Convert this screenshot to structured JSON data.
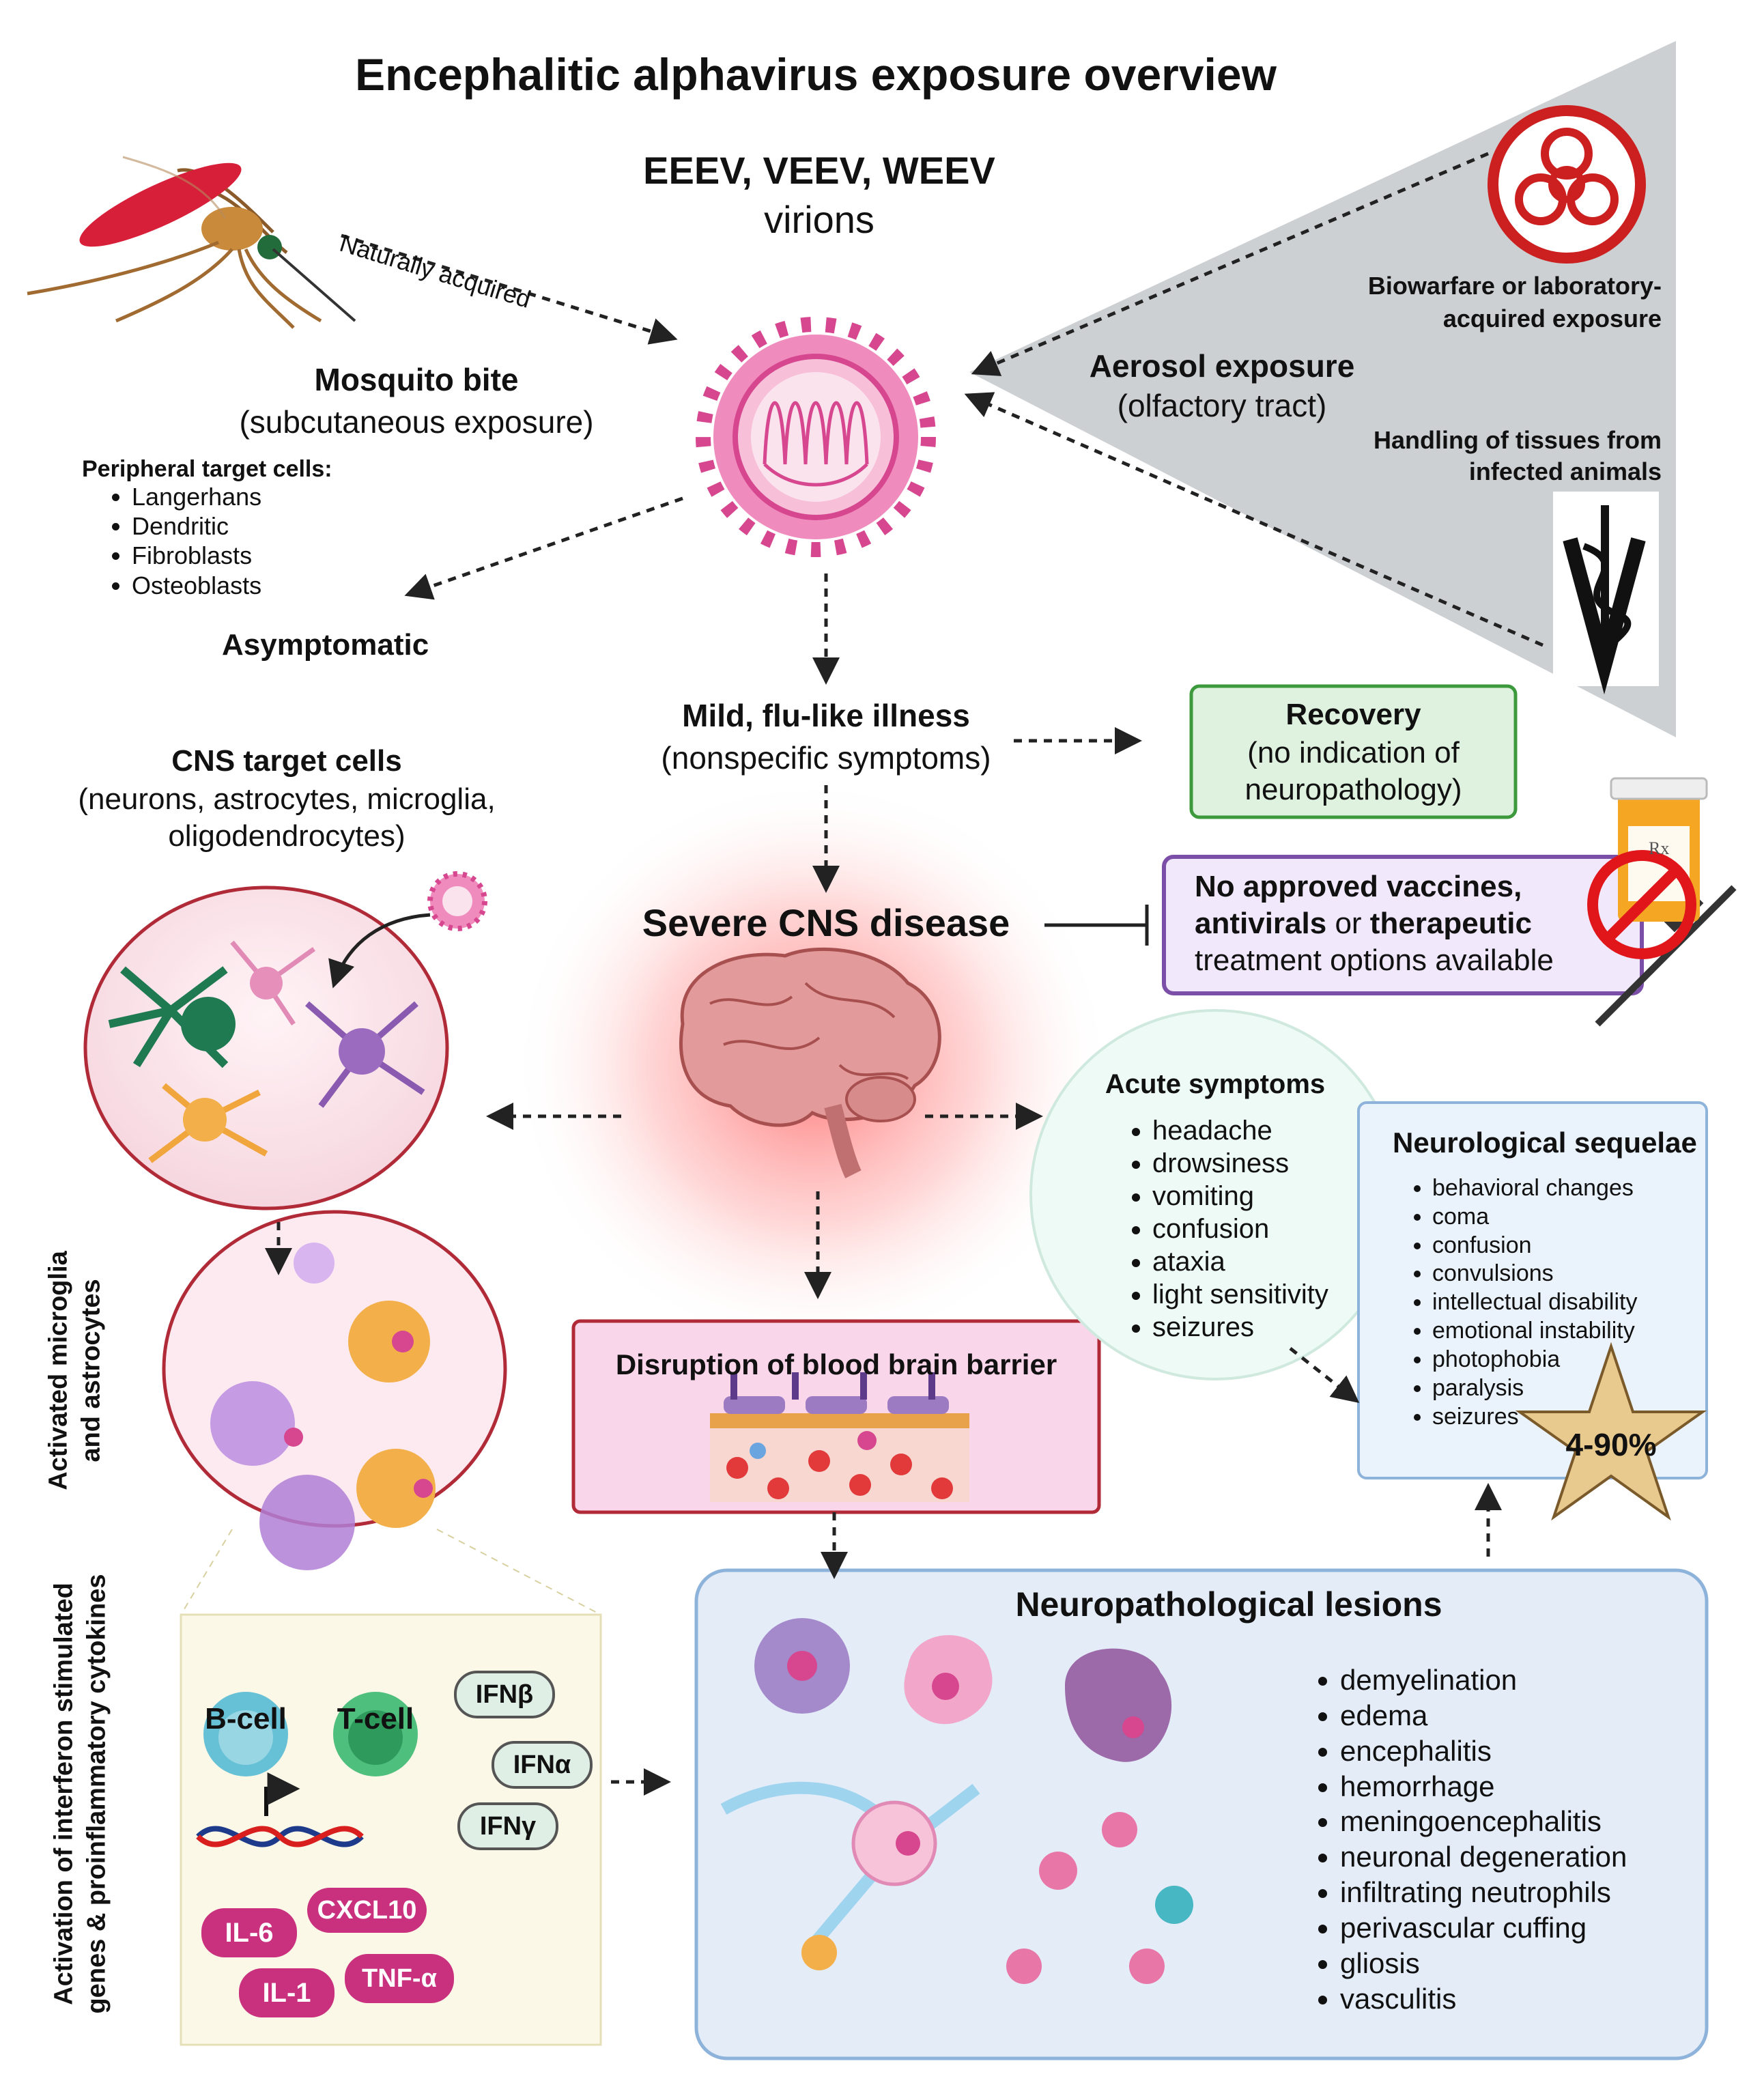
{
  "title": "Encephalitic alphavirus exposure overview",
  "virus": {
    "name": "EEEV, VEEV, WEEV",
    "label": "virions"
  },
  "mosquito": {
    "arrow_label": "Naturally acquired",
    "title": "Mosquito bite",
    "subtitle": "(subcutaneous exposure)",
    "peripheral_title": "Peripheral target cells:",
    "peripheral_cells": [
      "Langerhans",
      "Dendritic",
      "Fibroblasts",
      "Osteoblasts"
    ]
  },
  "asymptomatic": "Asymptomatic",
  "aerosol": {
    "biowarfare": [
      "Biowarfare or laboratory-",
      "acquired exposure"
    ],
    "title": "Aerosol exposure",
    "subtitle": "(olfactory tract)",
    "handling": [
      "Handling of tissues from",
      "infected animals"
    ]
  },
  "mild": {
    "title": "Mild, flu-like illness",
    "subtitle": "(nonspecific symptoms)"
  },
  "recovery": {
    "title": "Recovery",
    "lines": [
      "(no indication of",
      "neuropathology)"
    ]
  },
  "severe": "Severe CNS disease",
  "no_treatment": {
    "line1_bold": "No approved vaccines,",
    "line2_bold_a": "antivirals",
    "line2_mid": " or ",
    "line2_bold_b": "therapeutic",
    "line3": "treatment options available",
    "rx_label": "Rx"
  },
  "cns_targets": {
    "title": "CNS target cells",
    "lines": [
      "(neurons, astrocytes, microglia,",
      "oligodendrocytes)"
    ]
  },
  "acute": {
    "title": "Acute symptoms",
    "items": [
      "headache",
      "drowsiness",
      "vomiting",
      "confusion",
      "ataxia",
      "light sensitivity",
      "seizures"
    ]
  },
  "sequelae": {
    "title": "Neurological sequelae",
    "items": [
      "behavioral changes",
      "coma",
      "confusion",
      "convulsions",
      "intellectual disability",
      "emotional instability",
      "photophobia",
      "paralysis",
      "seizures"
    ],
    "star_label": "4-90%"
  },
  "bbb": "Disruption of blood brain barrier",
  "activated_label": [
    "Activated microglia",
    "and astrocytes"
  ],
  "activation_label": [
    "Activation of interferon stimulated",
    "genes & proinflammatory cytokines"
  ],
  "immune": {
    "bcell": "B-cell",
    "tcell": "T-cell",
    "ifn": [
      "IFNβ",
      "IFNα",
      "IFNγ"
    ],
    "cytokines": [
      "CXCL10",
      "IL-6",
      "IL-1",
      "TNF-α"
    ]
  },
  "lesions": {
    "title": "Neuropathological lesions",
    "items": [
      "demyelination",
      "edema",
      "encephalitis",
      "hemorrhage",
      "meningoencephalitis",
      "neuronal degeneration",
      "infiltrating neutrophils",
      "perivascular cuffing",
      "gliosis",
      "vasculitis"
    ]
  },
  "colors": {
    "virus": "#d6478f",
    "recovery_border": "#3c9a3c",
    "treatment_border": "#7b4fa8",
    "cytokine": "#c9307e",
    "star": "#e8c98e",
    "triangle": "#cfd2d5"
  }
}
